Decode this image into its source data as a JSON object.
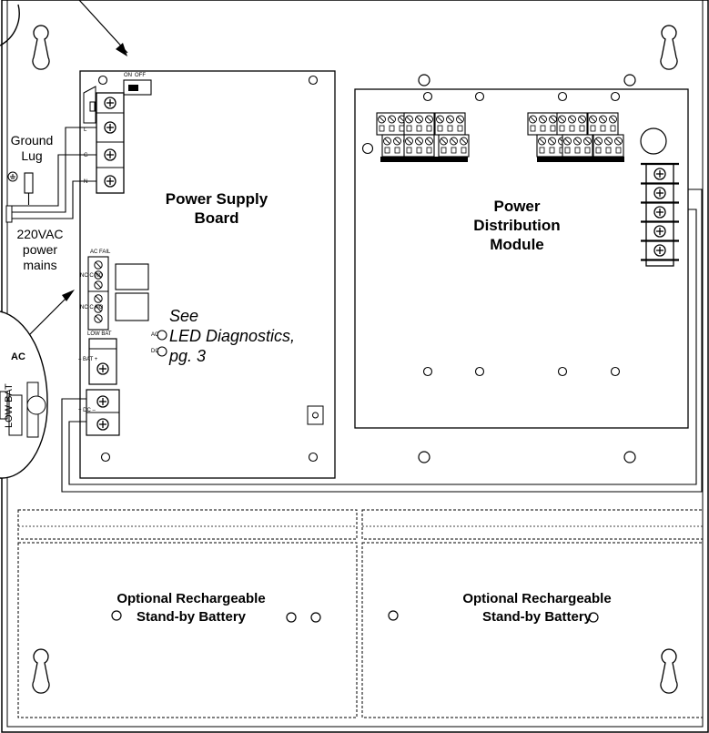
{
  "labels": {
    "ground_lug": [
      "Ground",
      "Lug"
    ],
    "mains": [
      "220VAC",
      "power",
      "mains"
    ],
    "psb": [
      "Power Supply",
      "Board"
    ],
    "pdm": [
      "Power",
      "Distribution",
      "Module"
    ],
    "see_led": [
      "See",
      "LED Diagnostics,",
      "pg. 3"
    ],
    "battery_left": [
      "Optional Rechargeable",
      "Stand-by Battery"
    ],
    "battery_right": [
      "Optional Rechargeable",
      "Stand-by Battery"
    ]
  },
  "board_small_text": {
    "off": "OFF",
    "on": "ON",
    "ac_fail": "AC FAIL",
    "low_bat": "LOW BAT",
    "ac": "AC",
    "dc": "DC",
    "bat": "– BAT +",
    "dc_out": "+ DC –",
    "l": "L",
    "g": "G",
    "n": "N",
    "relay1": "NC C NO",
    "relay2": "NC C NO"
  },
  "inset_text": {
    "ac": "AC",
    "low_bat": "LOW BAT"
  },
  "colors": {
    "line": "#000000",
    "background": "#ffffff"
  }
}
